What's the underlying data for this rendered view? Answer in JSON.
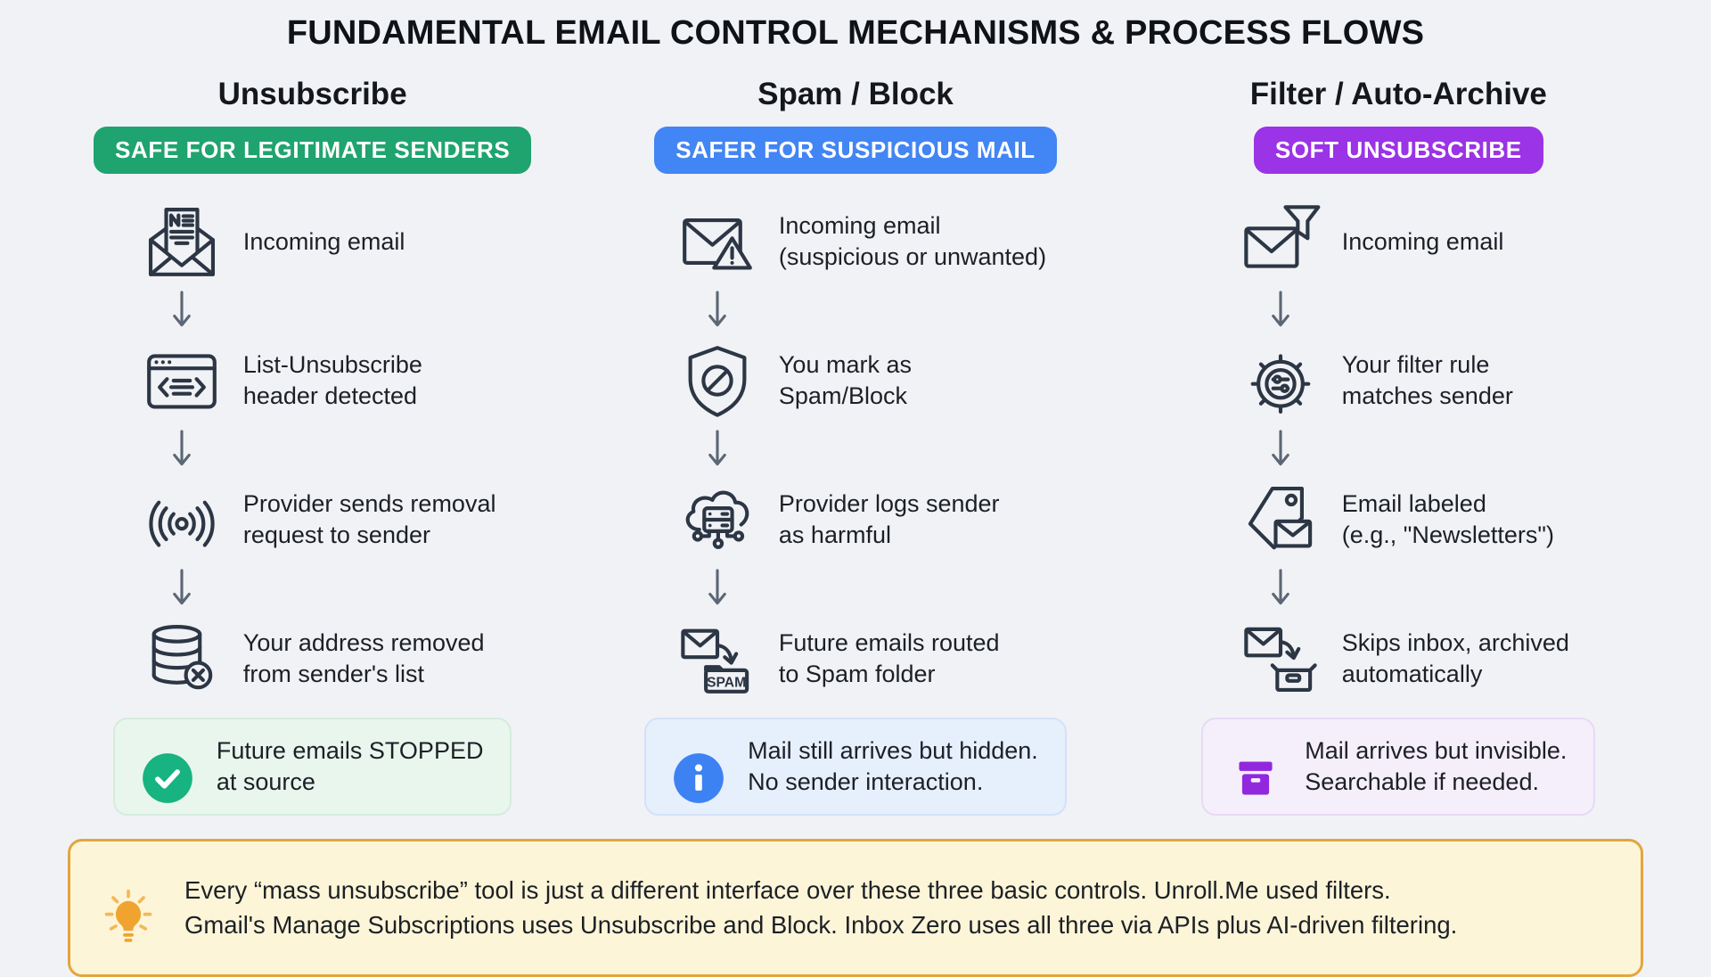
{
  "title": "FUNDAMENTAL EMAIL CONTROL MECHANISMS & PROCESS FLOWS",
  "columns": [
    {
      "header": "Unsubscribe",
      "badge": "SAFE FOR LEGITIMATE SENDERS",
      "colors": {
        "badge": "#1fa46f",
        "result_bg": "#e9f6ee",
        "result_border": "#d5ecdc",
        "result_accent": "#17b381"
      },
      "steps": [
        {
          "icon": "newsletter-email-icon",
          "text": "Incoming email"
        },
        {
          "icon": "code-window-icon",
          "text": "List-Unsubscribe\nheader detected"
        },
        {
          "icon": "broadcast-icon",
          "text": "Provider sends removal\nrequest to sender"
        },
        {
          "icon": "database-remove-icon",
          "text": "Your address removed\nfrom sender's list"
        }
      ],
      "result": {
        "icon": "check-circle-icon",
        "text": "Future emails STOPPED\nat source"
      }
    },
    {
      "header": "Spam / Block",
      "badge": "SAFER FOR SUSPICIOUS MAIL",
      "colors": {
        "badge": "#4285f4",
        "result_bg": "#e6effc",
        "result_border": "#d2e2f8",
        "result_accent": "#3d82f2"
      },
      "steps": [
        {
          "icon": "warning-email-icon",
          "text": "Incoming email\n(suspicious or unwanted)"
        },
        {
          "icon": "shield-block-icon",
          "text": "You mark as\nSpam/Block"
        },
        {
          "icon": "cloud-server-icon",
          "text": "Provider logs sender\nas harmful"
        },
        {
          "icon": "spam-folder-icon",
          "text": "Future emails routed\nto Spam folder",
          "folder_label": "SPAM"
        }
      ],
      "result": {
        "icon": "info-circle-icon",
        "text": "Mail still arrives but hidden.\nNo sender interaction."
      }
    },
    {
      "header": "Filter / Auto-Archive",
      "badge": "SOFT UNSUBSCRIBE",
      "colors": {
        "badge": "#9b33e6",
        "result_bg": "#f5eefb",
        "result_border": "#e7daf4",
        "result_accent": "#9128dd"
      },
      "steps": [
        {
          "icon": "funnel-email-icon",
          "text": "Incoming email"
        },
        {
          "icon": "filter-gear-icon",
          "text": "Your filter rule\nmatches sender"
        },
        {
          "icon": "label-tag-icon",
          "text": "Email labeled\n(e.g., \"Newsletters\")"
        },
        {
          "icon": "archive-email-icon",
          "text": "Skips inbox, archived\nautomatically"
        }
      ],
      "result": {
        "icon": "archive-box-icon",
        "text": "Mail arrives but invisible.\nSearchable if needed."
      }
    }
  ],
  "note": {
    "icon": "lightbulb-icon",
    "text": "Every “mass unsubscribe” tool is just a different interface over these three basic controls. Unroll.Me used filters.\nGmail's Manage Subscriptions uses Unsubscribe and Block. Inbox Zero uses all three via APIs plus AI-driven filtering.",
    "colors": {
      "bg": "#fdf5d8",
      "border": "#e2a63d",
      "accent": "#f0a42f"
    }
  }
}
